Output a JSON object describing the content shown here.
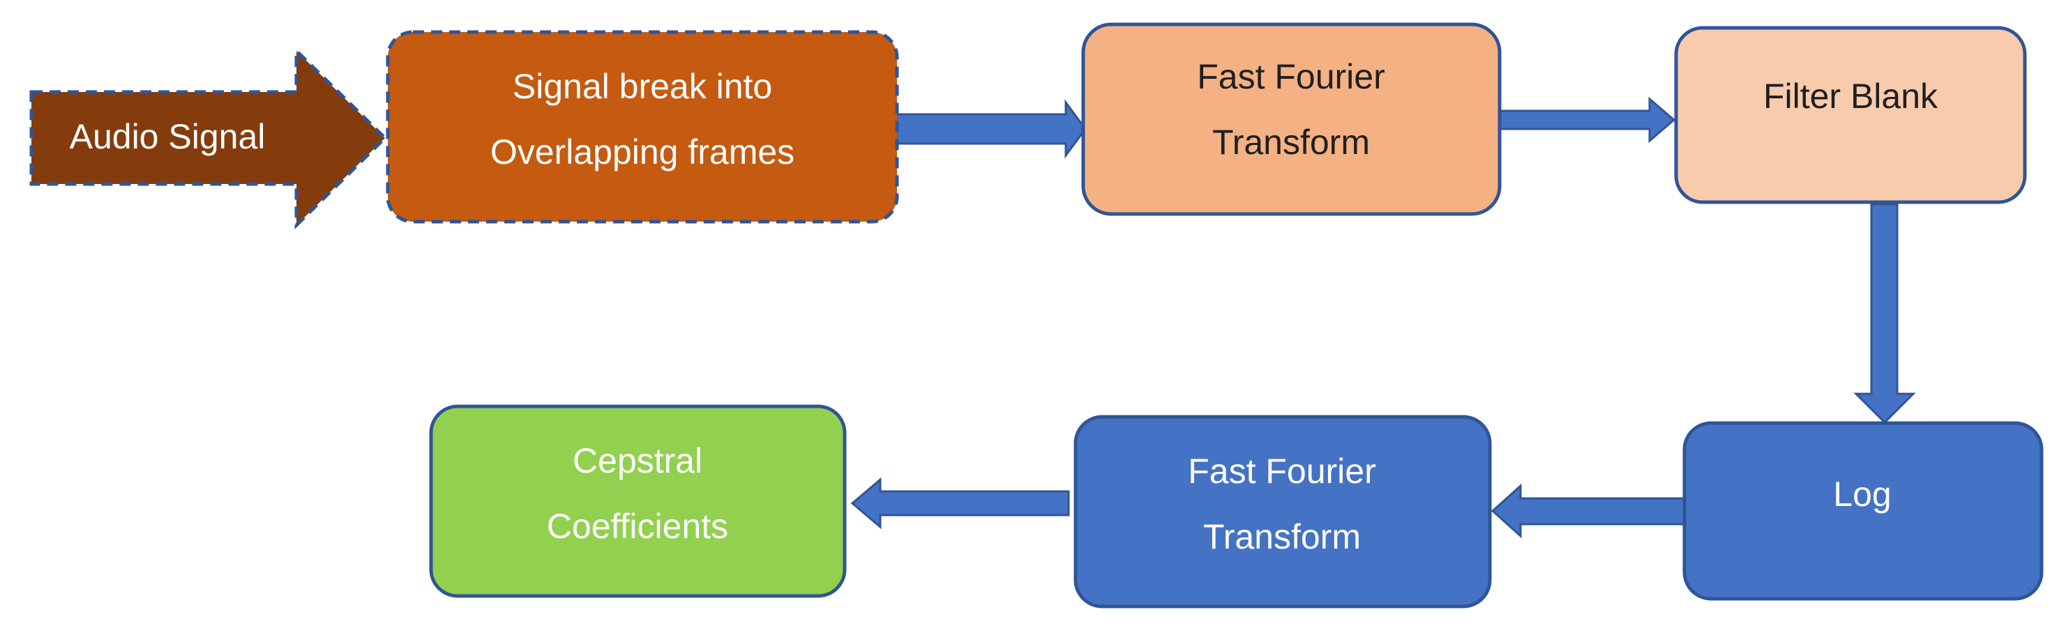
{
  "diagram": {
    "input": {
      "label": "Audio Signal",
      "color": "#843c0c"
    },
    "nodes": [
      {
        "id": "framing",
        "lines": [
          "Signal break into",
          "Overlapping frames"
        ],
        "color": "#c55a11",
        "text_color": "#ffffff"
      },
      {
        "id": "fft1",
        "lines": [
          "Fast Fourier",
          "Transform"
        ],
        "color": "#f4b183",
        "text_color": "#1f1f1f"
      },
      {
        "id": "filter",
        "lines": [
          "Filter Blank"
        ],
        "color": "#f8cbad",
        "text_color": "#1f1f1f"
      },
      {
        "id": "log",
        "lines": [
          "Log"
        ],
        "color": "#4472c4",
        "text_color": "#ffffff"
      },
      {
        "id": "fft2",
        "lines": [
          "Fast Fourier",
          "Transform"
        ],
        "color": "#4472c4",
        "text_color": "#ffffff"
      },
      {
        "id": "output",
        "lines": [
          "Cepstral",
          "Coefficients"
        ],
        "color": "#92d050",
        "text_color": "#ffffff"
      }
    ],
    "edges": [
      {
        "from": "framing",
        "to": "fft1"
      },
      {
        "from": "fft1",
        "to": "filter"
      },
      {
        "from": "filter",
        "to": "log"
      },
      {
        "from": "log",
        "to": "fft2"
      },
      {
        "from": "fft2",
        "to": "output"
      }
    ],
    "colors": {
      "border": "#2f5597",
      "arrow": "#4472c4"
    }
  }
}
